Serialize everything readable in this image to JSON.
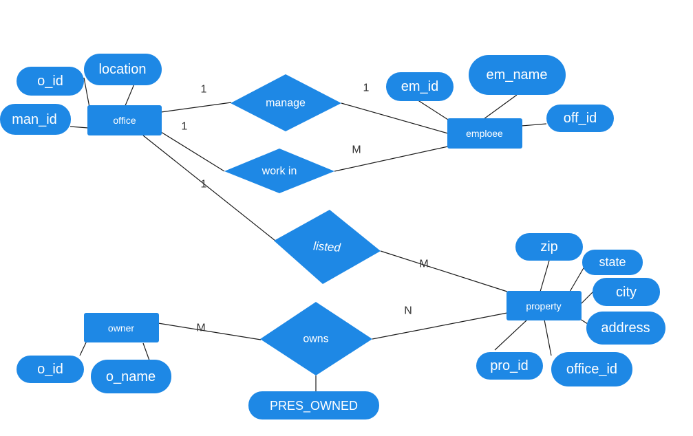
{
  "diagram": {
    "entities": {
      "office": "office",
      "emploee": "emploee",
      "property": "property",
      "owner": "owner"
    },
    "relationships": {
      "manage": "manage",
      "work_in": "work in",
      "listed": "listed",
      "owns": "owns"
    },
    "attributes": {
      "office_o_id": "o_id",
      "office_location": "location",
      "office_man_id": "man_id",
      "emploee_em_id": "em_id",
      "emploee_em_name": "em_name",
      "emploee_off_id": "off_id",
      "property_zip": "zip",
      "property_state": "state",
      "property_city": "city",
      "property_address": "address",
      "property_pro_id": "pro_id",
      "property_office_id": "office_id",
      "owner_o_id": "o_id",
      "owner_o_name": "o_name",
      "owns_pres_owned": "PRES_OWNED"
    },
    "cardinalities": {
      "manage_office": "1",
      "manage_emploee": "1",
      "work_in_office": "1",
      "work_in_emploee": "M",
      "listed_office": "1",
      "listed_property": "M",
      "owns_owner": "M",
      "owns_property": "N"
    },
    "colors": {
      "shape_fill": "#1e88e5",
      "label_text": "#ffffff",
      "line": "#1a1a1a",
      "cardinality_text": "#333333"
    }
  }
}
